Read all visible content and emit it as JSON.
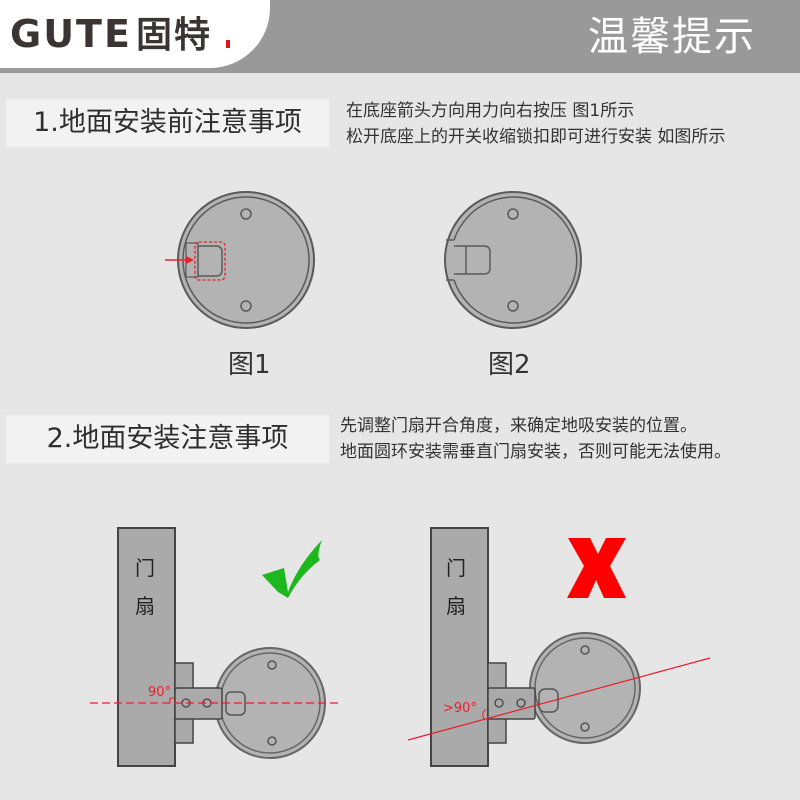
{
  "header": {
    "brand_latin": "GUTE",
    "brand_cn": "固特",
    "title": "温馨提示",
    "colors": {
      "bar": "#999999",
      "logo_bg": "#ffffff",
      "logo_text": "#3a3434",
      "logo_accent": "#e0141e"
    }
  },
  "section1": {
    "title": "1.地面安装前注意事项",
    "notes": [
      "在底座箭头方向用力向右按压 图1所示",
      "松开底座上的开关收缩锁扣即可进行安装 如图所示"
    ],
    "figures": [
      {
        "label": "图1",
        "icon": "base-plate-pressed-icon"
      },
      {
        "label": "图2",
        "icon": "base-plate-released-icon"
      }
    ]
  },
  "section2": {
    "title": "2.地面安装注意事项",
    "notes": [
      "先调整门扇开合角度，来确定地吸安装的位置。",
      "地面圆环安装需垂直门扇安装，否则可能无法使用。"
    ],
    "diagrams": [
      {
        "door_label_1": "门",
        "door_label_2": "扇",
        "angle": "90°",
        "verdict": "correct",
        "verdict_icon": "check-icon",
        "verdict_color": "#1db81d"
      },
      {
        "door_label_1": "门",
        "door_label_2": "扇",
        "angle": ">90°",
        "verdict": "wrong",
        "verdict_icon": "x-icon",
        "verdict_color": "#ff0000"
      }
    ]
  },
  "colors": {
    "background": "#e6e6e6",
    "section_box": "#f2f2f2",
    "plate_fill": "#b3b3b3",
    "plate_stroke": "#555555",
    "door_fill": "#aaaaaa",
    "guide_red": "#e8202a"
  }
}
